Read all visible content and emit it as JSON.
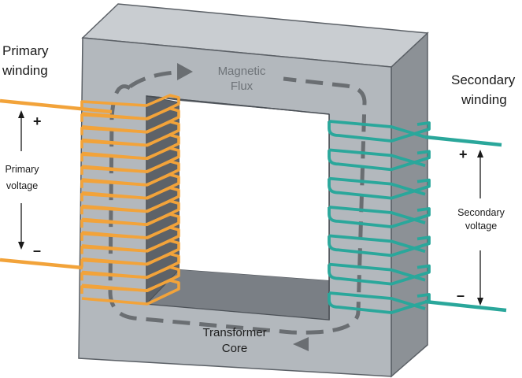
{
  "labels": {
    "primary_winding": [
      "Primary",
      "winding"
    ],
    "secondary_winding": [
      "Secondary",
      "winding"
    ],
    "primary_voltage": [
      "Primary",
      "voltage"
    ],
    "secondary_voltage": [
      "Secondary",
      "voltage"
    ],
    "magnetic_flux": [
      "Magnetic",
      "Flux"
    ],
    "transformer_core": [
      "Transformer",
      "Core"
    ],
    "primary_plus": "+",
    "primary_minus": "–",
    "secondary_plus": "+",
    "secondary_minus": "–"
  },
  "windings": {
    "primary_turns": 15,
    "secondary_turns": 7
  },
  "colors": {
    "primary_wire": "#f2a33a",
    "secondary_wire": "#2aa79b",
    "core_front": "#b3b8bd",
    "core_top": "#c9cdd1",
    "core_side": "#8c9196",
    "core_inner": "#5d6268",
    "flux_arrow": "#6a6e72"
  }
}
